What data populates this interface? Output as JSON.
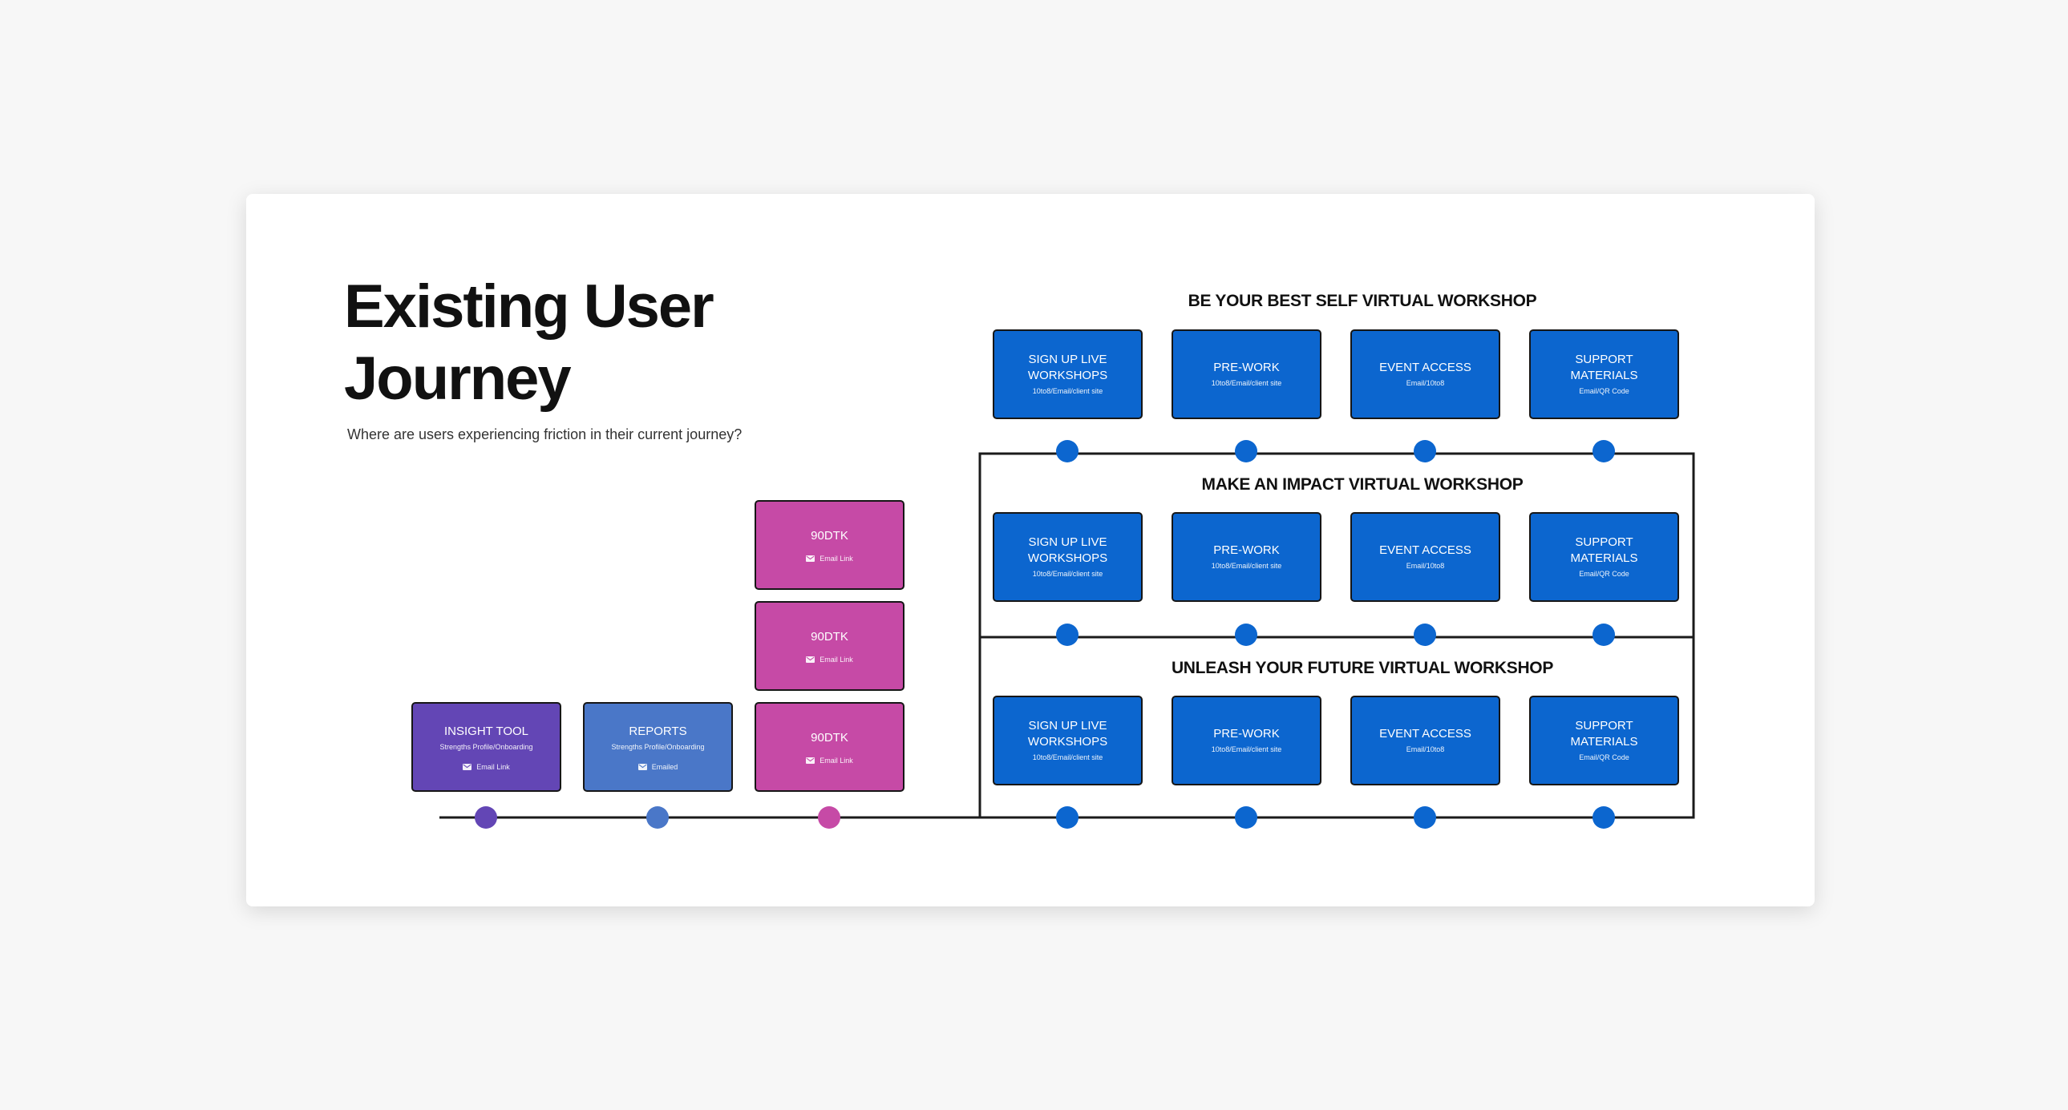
{
  "header": {
    "title_line1": "Existing User",
    "title_line2": "Journey",
    "subtitle": "Where are users experiencing friction in their current journey?"
  },
  "colors": {
    "insight": "#6346b5",
    "reports": "#4a77c8",
    "dtk": "#c64aa6",
    "workshop": "#0c66cf",
    "line": "#1b1b1b"
  },
  "icons": {
    "email": "envelope-icon"
  },
  "initial_steps": [
    {
      "title": "INSIGHT TOOL",
      "sub": "Strengths Profile/Onboarding",
      "extra": "Email Link",
      "color": "#6346b5"
    },
    {
      "title": "REPORTS",
      "sub": "Strengths Profile/Onboarding",
      "extra": "Emailed",
      "color": "#4a77c8"
    }
  ],
  "dtk_stack": [
    {
      "title": "90DTK",
      "extra": "Email Link"
    },
    {
      "title": "90DTK",
      "extra": "Email Link"
    },
    {
      "title": "90DTK",
      "extra": "Email Link"
    }
  ],
  "workshops": [
    {
      "title": "BE YOUR BEST SELF VIRTUAL WORKSHOP",
      "steps": [
        {
          "title": "SIGN UP LIVE WORKSHOPS",
          "sub": "10to8/Email/client site"
        },
        {
          "title": "PRE-WORK",
          "sub": "10to8/Email/client site"
        },
        {
          "title": "EVENT ACCESS",
          "sub": "Email/10to8"
        },
        {
          "title": "SUPPORT MATERIALS",
          "sub": "Email/QR Code"
        }
      ]
    },
    {
      "title": "MAKE AN IMPACT VIRTUAL WORKSHOP",
      "steps": [
        {
          "title": "SIGN UP LIVE WORKSHOPS",
          "sub": "10to8/Email/client site"
        },
        {
          "title": "PRE-WORK",
          "sub": "10to8/Email/client site"
        },
        {
          "title": "EVENT ACCESS",
          "sub": "Email/10to8"
        },
        {
          "title": "SUPPORT MATERIALS",
          "sub": "Email/QR Code"
        }
      ]
    },
    {
      "title": "UNLEASH YOUR FUTURE VIRTUAL WORKSHOP",
      "steps": [
        {
          "title": "SIGN UP LIVE WORKSHOPS",
          "sub": "10to8/Email/client site"
        },
        {
          "title": "PRE-WORK",
          "sub": "10to8/Email/client site"
        },
        {
          "title": "EVENT ACCESS",
          "sub": "Email/10to8"
        },
        {
          "title": "SUPPORT MATERIALS",
          "sub": "Email/QR Code"
        }
      ]
    }
  ]
}
